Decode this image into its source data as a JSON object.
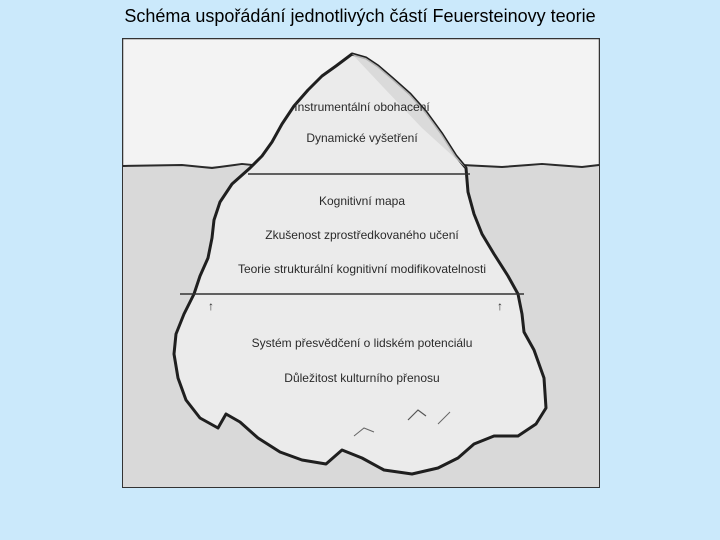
{
  "title": "Schéma uspořádání jednotlivých částí Feuersteinovy teorie",
  "iceberg": {
    "above_water": [
      "Instrumentální obohacení",
      "Dynamické vyšetření"
    ],
    "middle": [
      "Kognitivní mapa",
      "Zkušenost zprostředkovaného učení",
      "Teorie strukturální kognitivní modifikovatelnosti"
    ],
    "arrow_glyph": "↑",
    "bottom": [
      "Systém přesvědčení o lidském potenciálu",
      "Důležitost kulturního přenosu"
    ]
  },
  "colors": {
    "page_background": "#cbe9fb",
    "frame_border": "#333333",
    "sky": "#f3f3f3",
    "water": "#d9d9d9",
    "ice": "#ebebeb",
    "outline": "#1f1f1f"
  }
}
